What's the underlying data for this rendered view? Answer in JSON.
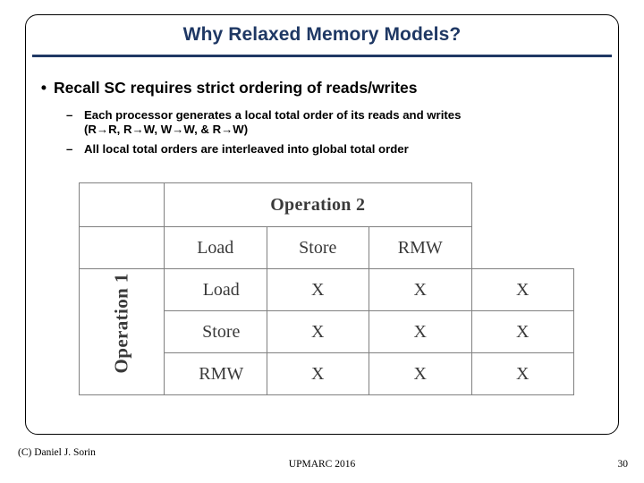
{
  "slide": {
    "title": "Why Relaxed Memory Models?",
    "title_color": "#1f3864",
    "bullets": {
      "level1": "Recall SC requires strict ordering of reads/writes",
      "dash_marker": "–",
      "bullet_marker": "•",
      "sub1_line1": "Each processor generates a local total order of its reads and writes",
      "sub1_line2": "(R→R, R→W, W→W, & R→W)",
      "sub2": "All local total orders are interleaved into global total order"
    },
    "table": {
      "op2_header": "Operation 2",
      "op1_header": "Operation 1",
      "col_headers": [
        "Load",
        "Store",
        "RMW"
      ],
      "row_headers": [
        "Load",
        "Store",
        "RMW"
      ],
      "cells": [
        [
          "X",
          "X",
          "X"
        ],
        [
          "X",
          "X",
          "X"
        ],
        [
          "X",
          "X",
          "X"
        ]
      ]
    },
    "footer": {
      "left": "(C) Daniel J. Sorin",
      "center": "UPMARC 2016",
      "page": "30"
    }
  }
}
